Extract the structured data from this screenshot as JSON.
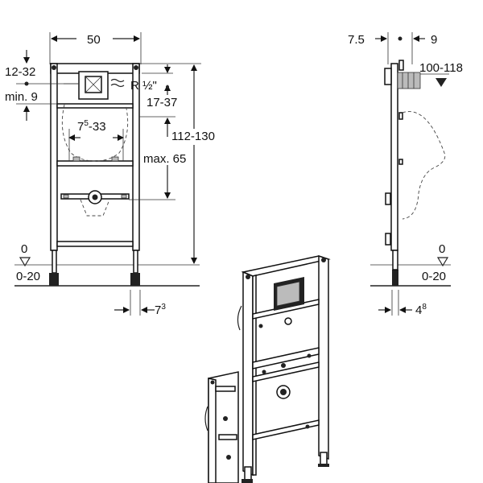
{
  "front_view": {
    "width_label": "50",
    "offset_label": "12-32",
    "min_label": "min. 9",
    "thread_label": "R ½\"",
    "range_17_37": "17-37",
    "range_7_33_base": "7",
    "range_7_33_sup": "5",
    "range_7_33_rest": "-33",
    "height_label": "112-130",
    "max_label": "max. 65",
    "zero_label": "0",
    "floor_label": "0-20",
    "foot_base": "7",
    "foot_sup": "3"
  },
  "side_view": {
    "depth_label_left": "7.5",
    "depth_label_right": "9",
    "pipe_label": "100-118",
    "zero_label": "0",
    "floor_label": "0-20",
    "foot_base": "4",
    "foot_sup": "8"
  }
}
